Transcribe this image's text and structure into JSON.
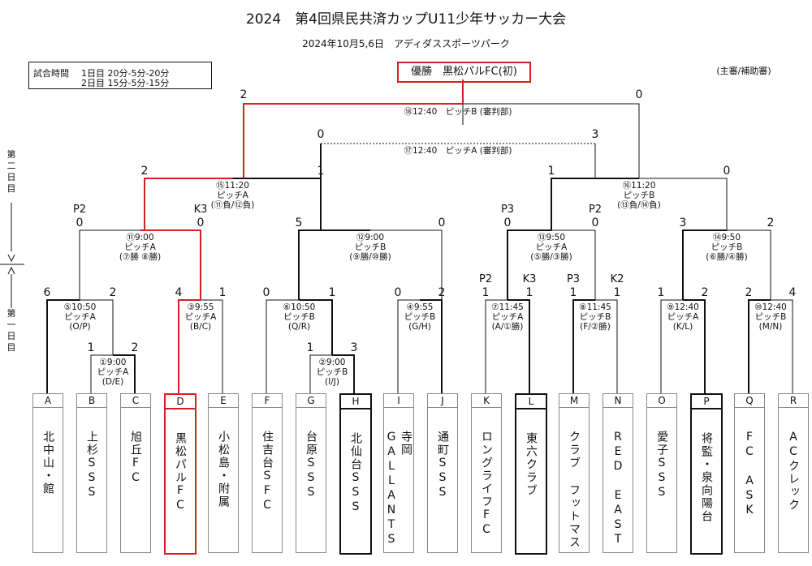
{
  "header": {
    "title": "2024　第4回県民共済カップU11少年サッカー大会",
    "subtitle": "2024年10月5,6日　アディダススポーツパーク",
    "match_time_label": "試合時間",
    "match_time_day1": "1日目 20分-5分-20分",
    "match_time_day2": "2日目 15分-5分-15分",
    "champion": "優勝　黒松パルFC(初)",
    "referee_note": "(主審/補助審)"
  },
  "days": {
    "day2": "第二日目",
    "day1": "第一日目"
  },
  "colors": {
    "winner_path": "#d42020",
    "line": "#111111",
    "box_border": "#888888"
  },
  "teams": [
    {
      "letter": "A",
      "name": "北中山・館"
    },
    {
      "letter": "B",
      "name": "上杉SSS"
    },
    {
      "letter": "C",
      "name": "旭丘FC"
    },
    {
      "letter": "D",
      "name": "黒松パルFC"
    },
    {
      "letter": "E",
      "name": "小松島・附属"
    },
    {
      "letter": "F",
      "name": "住吉台SFC"
    },
    {
      "letter": "G",
      "name": "台原SSS"
    },
    {
      "letter": "H",
      "name": "北仙台SSS"
    },
    {
      "letter": "I",
      "name": "寺岡GALLANTS"
    },
    {
      "letter": "J",
      "name": "通町SSS"
    },
    {
      "letter": "K",
      "name": "ロングライフFC"
    },
    {
      "letter": "L",
      "name": "東六クラブ"
    },
    {
      "letter": "M",
      "name": "クラブ フットマス"
    },
    {
      "letter": "N",
      "name": "RED EAST"
    },
    {
      "letter": "O",
      "name": "愛子SSS"
    },
    {
      "letter": "P",
      "name": "将監・泉向陽台"
    },
    {
      "letter": "Q",
      "name": "FC ASK"
    },
    {
      "letter": "R",
      "name": "ACクレック"
    }
  ],
  "matches": [
    {
      "id": "m1",
      "info": [
        "①9:00",
        "ピッチA",
        "(D/E)"
      ],
      "score_left": "1",
      "score_right": "2"
    },
    {
      "id": "m2",
      "info": [
        "②9:00",
        "ピッチB",
        "(I/J)"
      ],
      "score_left": "1",
      "score_right": "3"
    },
    {
      "id": "m3",
      "info": [
        "③9:55",
        "ピッチA",
        "(B/C)"
      ],
      "score_left": "4",
      "score_right": "1"
    },
    {
      "id": "m4",
      "info": [
        "④9:55",
        "ピッチB",
        "(G/H)"
      ],
      "score_left": "0",
      "score_right": "2"
    },
    {
      "id": "m5",
      "info": [
        "⑤10:50",
        "ピッチA",
        "(O/P)"
      ],
      "score_left": "6",
      "score_right": "2"
    },
    {
      "id": "m6",
      "info": [
        "⑥10:50",
        "ピッチB",
        "(Q/R)"
      ],
      "score_left": "0",
      "score_right": "1"
    },
    {
      "id": "m7",
      "info": [
        "⑦11:45",
        "ピッチA",
        "(A/①勝)"
      ],
      "score_left": "1",
      "score_right": "1",
      "pk_left": "P2",
      "pk_right": "K3"
    },
    {
      "id": "m8",
      "info": [
        "⑧11:45",
        "ピッチB",
        "(F/②勝)"
      ],
      "score_left": "1",
      "score_right": "1",
      "pk_left": "P3",
      "pk_right": "K2"
    },
    {
      "id": "m9",
      "info": [
        "⑨12:40",
        "ピッチA",
        "(K/L)"
      ],
      "score_left": "1",
      "score_right": "2"
    },
    {
      "id": "m10",
      "info": [
        "⑩12:40",
        "ピッチB",
        "(M/N)"
      ],
      "score_left": "2",
      "score_right": "4"
    },
    {
      "id": "m11",
      "info": [
        "⑪9:00",
        "ピッチA",
        "(⑦勝 ⑧勝)"
      ],
      "score_left": "0",
      "score_right": "0",
      "pk_left": "P2",
      "pk_right": "K3"
    },
    {
      "id": "m12",
      "info": [
        "⑫9:00",
        "ピッチB",
        "(⑨勝/⑩勝)"
      ],
      "score_left": "5",
      "score_right": "0"
    },
    {
      "id": "m13",
      "info": [
        "⑬9:50",
        "ピッチA",
        "(⑤勝/③勝)"
      ],
      "score_left": "0",
      "score_right": "0",
      "pk_left": "P3",
      "pk_right": "P2"
    },
    {
      "id": "m14",
      "info": [
        "⑭9:50",
        "ピッチB",
        "(⑥勝/④勝)"
      ],
      "score_left": "3",
      "score_right": "2"
    },
    {
      "id": "m15",
      "info": [
        "⑮11:20",
        "ピッチA",
        "(⑪負/⑫負)"
      ],
      "score_left": "2",
      "score_right": "1"
    },
    {
      "id": "m16",
      "info": [
        "⑯11:20",
        "ピッチB",
        "(⑬負/⑭負)"
      ],
      "score_left": "1",
      "score_right": "0"
    },
    {
      "id": "m17",
      "info": [
        "⑰12:40　ピッチA (審判部)"
      ],
      "score_left": "0",
      "score_right": "3"
    },
    {
      "id": "m18",
      "info": [
        "⑱12:40　ピッチB (審判部)"
      ],
      "score_left": "2",
      "score_right": "0"
    }
  ]
}
